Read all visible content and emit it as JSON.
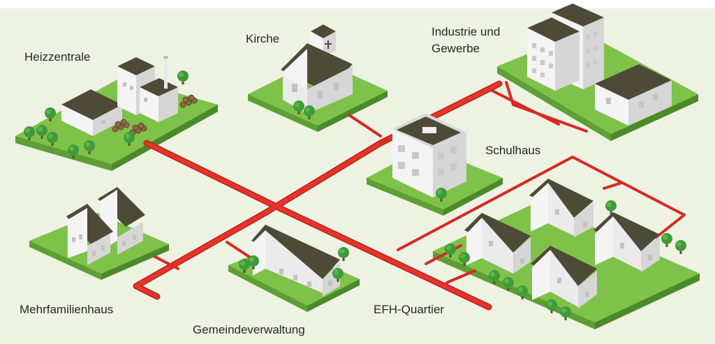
{
  "labels": {
    "heizzentrale": "Heizzentrale",
    "kirche": "Kirche",
    "industrie_line1": "Industrie und",
    "industrie_line2": "Gewerbe",
    "schulhaus": "Schulhaus",
    "mehrfamilienhaus": "Mehrfamilienhaus",
    "gemeindeverwaltung": "Gemeindeverwaltung",
    "efh_quartier": "EFH-Quartier"
  },
  "colors": {
    "background": "#edf2e3",
    "grass_top": "#7fc24a",
    "grass_side_left": "#5e9e34",
    "grass_side_right": "#4b8a28",
    "pipe_main": "#e6332a",
    "pipe_dark": "#b3241d",
    "roof": "#4e4a38",
    "wall_light": "#f4f4f4",
    "wall_shade": "#d6d6d6",
    "tree": "#3f9a3a",
    "wood": "#8b6b45"
  }
}
